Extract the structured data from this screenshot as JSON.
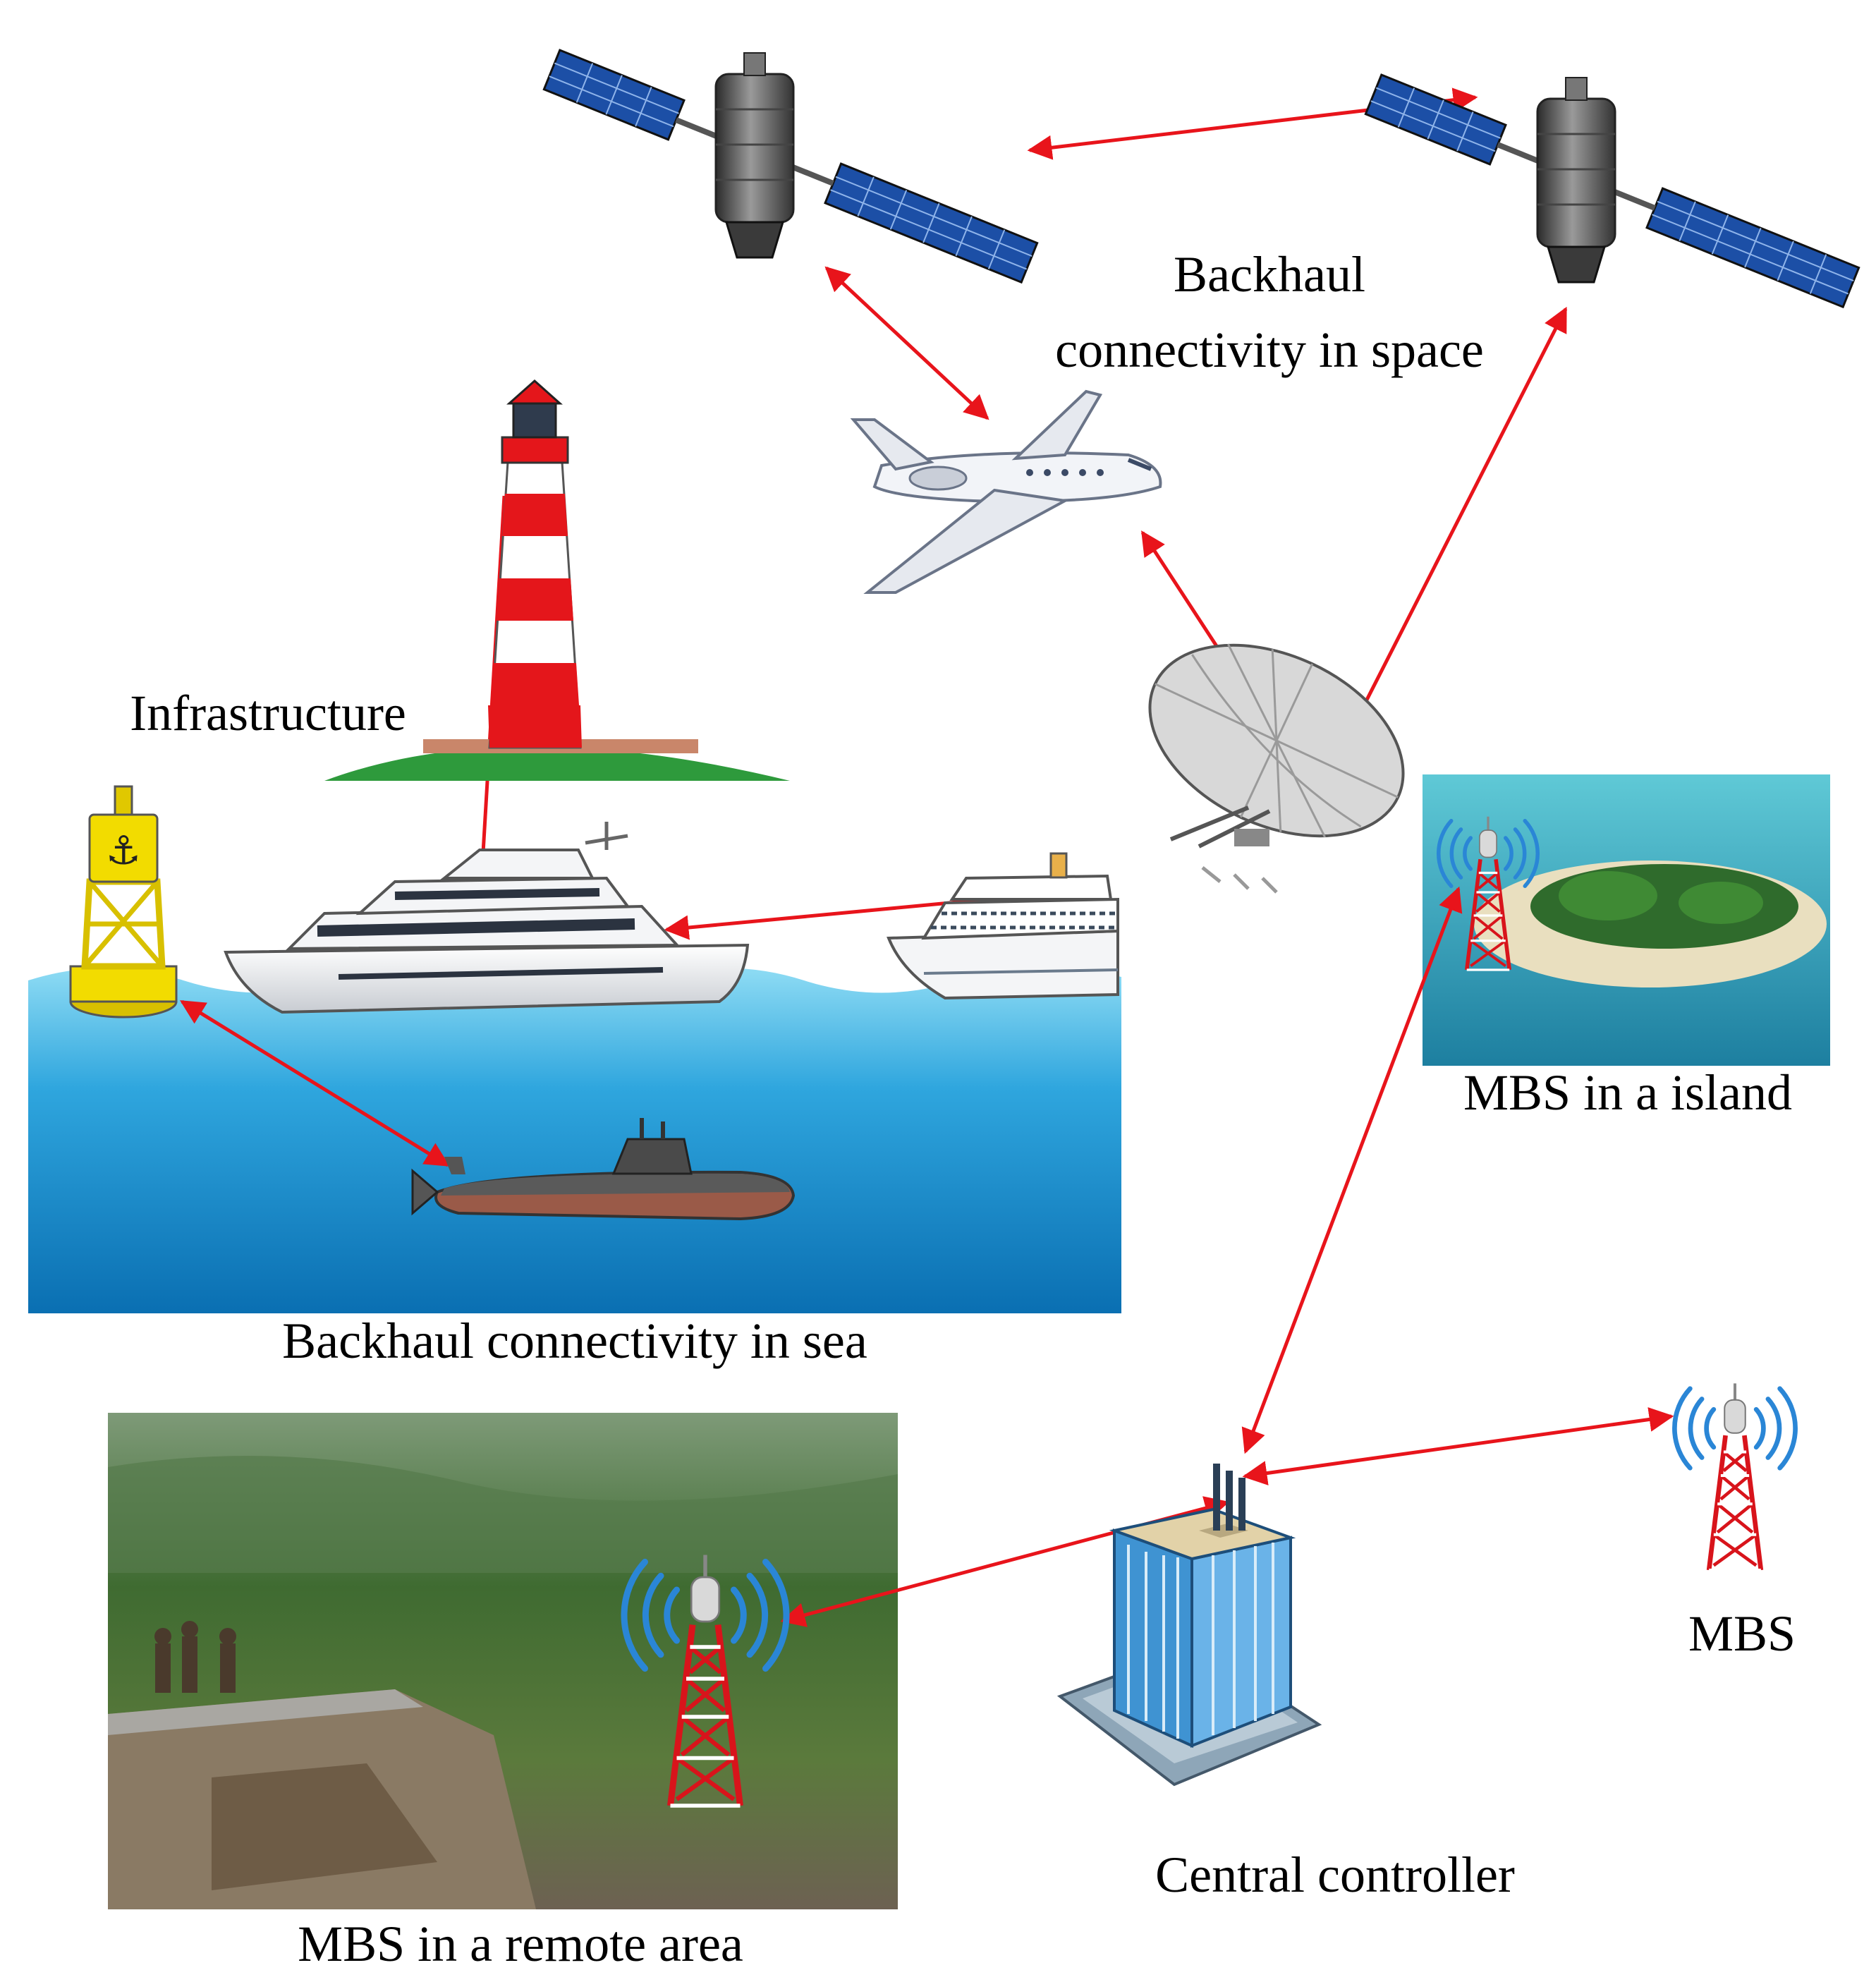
{
  "labels": {
    "backhaul_space_line1": "Backhaul",
    "backhaul_space_line2": "connectivity in space",
    "infrastructure": "Infrastructure",
    "backhaul_sea": "Backhaul connectivity in sea",
    "mbs_island": "MBS in a island",
    "mbs": "MBS",
    "central_controller": "Central controller",
    "mbs_remote": "MBS in a remote area"
  },
  "buoy_symbol": "⚓",
  "colors": {
    "link": "#e8141b",
    "sea_top": "#7fd6f2",
    "sea_bottom": "#0a7cc0",
    "tower_red": "#d8141b",
    "signal_blue": "#2a86d6",
    "building_blue": "#3f93d2",
    "island_water": "#2eaab8",
    "forest": "#3d6b2e"
  },
  "icons": [
    "satellite-icon",
    "airplane-icon",
    "lighthouse-icon",
    "buoy-icon",
    "yacht-icon",
    "cruise-ship-icon",
    "submarine-icon",
    "dish-antenna-icon",
    "cell-tower-icon",
    "building-icon"
  ]
}
